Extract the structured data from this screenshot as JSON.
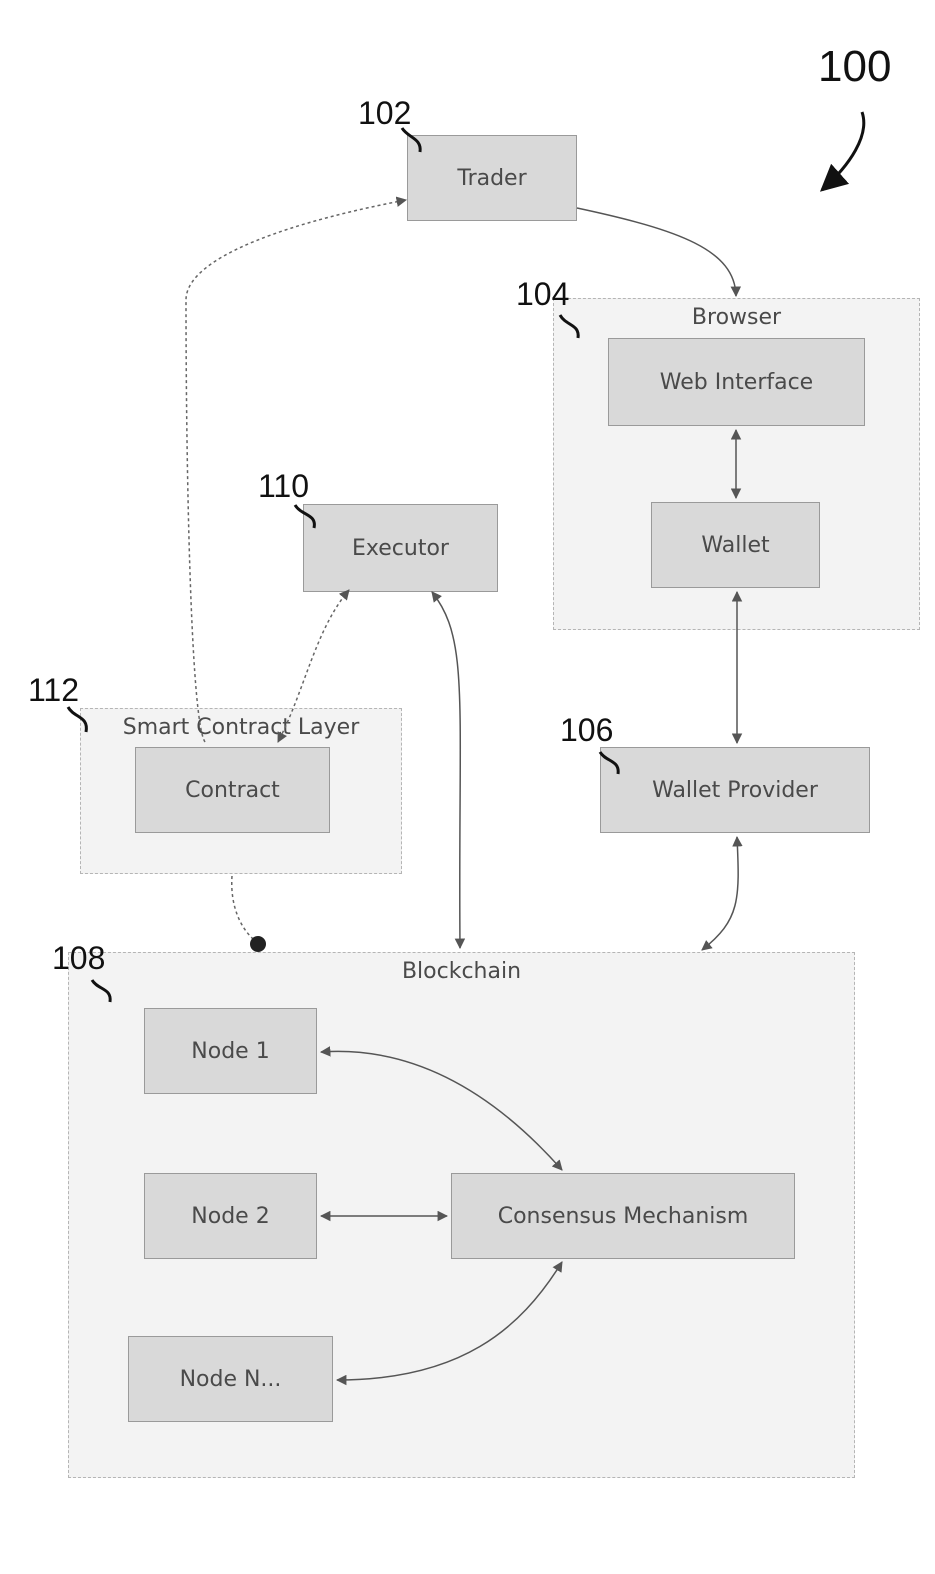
{
  "figure": {
    "number": "100",
    "refs": {
      "trader": "102",
      "browser": "104",
      "wallet_provider": "106",
      "blockchain": "108",
      "executor": "110",
      "smart_contract_layer": "112"
    }
  },
  "nodes": {
    "trader": "Trader",
    "browser": "Browser",
    "web_interface": "Web Interface",
    "wallet": "Wallet",
    "wallet_provider": "Wallet Provider",
    "executor": "Executor",
    "smart_contract_layer": "Smart Contract Layer",
    "contract": "Contract",
    "blockchain": "Blockchain",
    "node1": "Node 1",
    "node2": "Node 2",
    "nodeN": "Node N...",
    "consensus": "Consensus Mechanism"
  },
  "colors": {
    "box_fill": "#d9d9d9",
    "container_fill": "#f3f3f3",
    "line": "#555555"
  }
}
